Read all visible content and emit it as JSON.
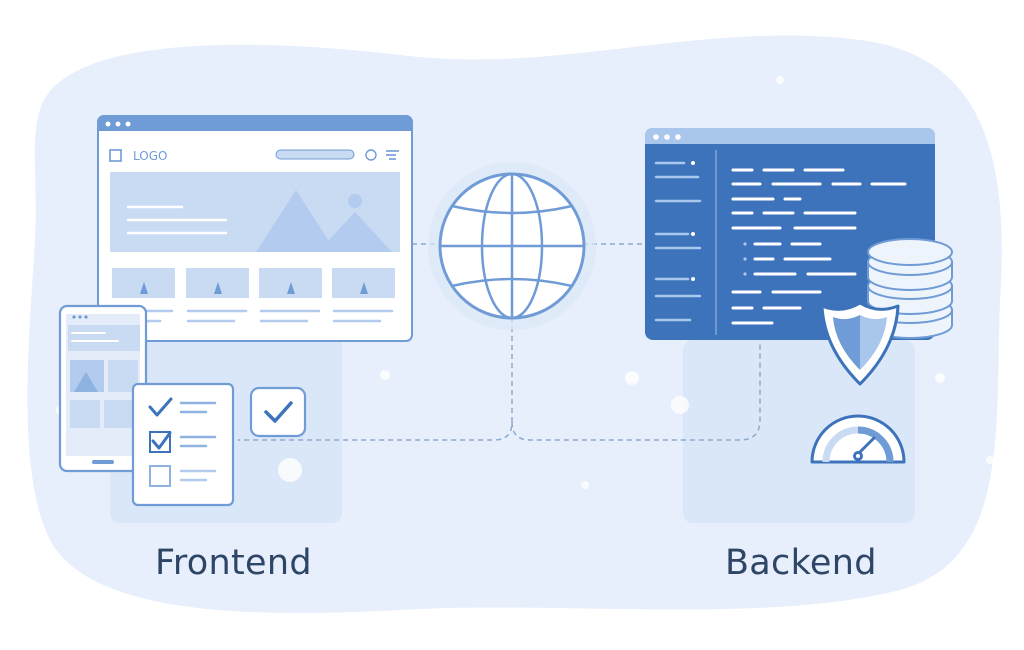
{
  "website": {
    "logo_text": "LOGO"
  },
  "labels": {
    "frontend": "Frontend",
    "backend": "Backend"
  },
  "colors": {
    "background_blob": "#e6effb",
    "light_blue": "#c9dbf3",
    "panel_blue": "#d7e5f7",
    "outline": "#6f9bd6",
    "code_window": "#3d73bb",
    "text_dark": "#2f4566"
  },
  "icons": [
    "globe-icon",
    "database-icon",
    "shield-icon",
    "gauge-icon",
    "checkmark-icon",
    "checklist-icon",
    "smartphone-icon",
    "browser-window-icon",
    "code-editor-icon"
  ]
}
